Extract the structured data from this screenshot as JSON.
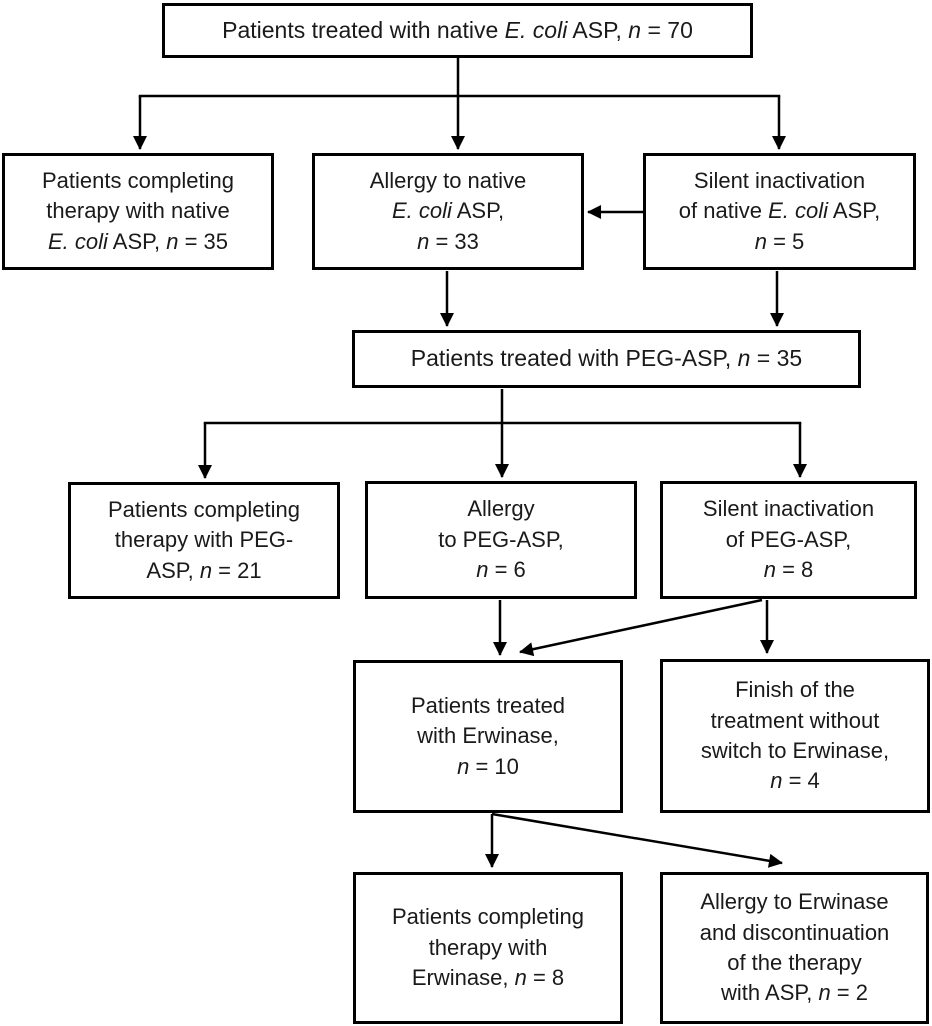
{
  "diagram": {
    "background": "#ffffff",
    "line_color": "#000000",
    "text_color": "#1a1a1a",
    "nodes": {
      "native_asp_70": {
        "lines": [
          [
            {
              "t": "Patients treated with native "
            },
            {
              "t": "E. coli",
              "i": true
            },
            {
              "t": " ASP, "
            },
            {
              "t": "n",
              "i": true
            },
            {
              "t": " = 70"
            }
          ]
        ]
      },
      "completing_native_35": {
        "lines": [
          [
            {
              "t": "Patients completing"
            }
          ],
          [
            {
              "t": "therapy with native"
            }
          ],
          [
            {
              "t": "E. coli",
              "i": true
            },
            {
              "t": " ASP, "
            },
            {
              "t": "n",
              "i": true
            },
            {
              "t": " = 35"
            }
          ]
        ]
      },
      "allergy_native_33": {
        "lines": [
          [
            {
              "t": "Allergy to native"
            }
          ],
          [
            {
              "t": "E. coli",
              "i": true
            },
            {
              "t": " ASP,"
            }
          ],
          [
            {
              "t": "n",
              "i": true
            },
            {
              "t": " = 33"
            }
          ]
        ]
      },
      "silent_native_5": {
        "lines": [
          [
            {
              "t": "Silent inactivation"
            }
          ],
          [
            {
              "t": "of native "
            },
            {
              "t": "E. coli",
              "i": true
            },
            {
              "t": " ASP,"
            }
          ],
          [
            {
              "t": "n",
              "i": true
            },
            {
              "t": " = 5"
            }
          ]
        ]
      },
      "peg_asp_35": {
        "lines": [
          [
            {
              "t": "Patients treated with PEG-ASP, "
            },
            {
              "t": "n",
              "i": true
            },
            {
              "t": " = 35"
            }
          ]
        ]
      },
      "completing_peg_21": {
        "lines": [
          [
            {
              "t": "Patients completing"
            }
          ],
          [
            {
              "t": "therapy with PEG-"
            }
          ],
          [
            {
              "t": "ASP, "
            },
            {
              "t": "n",
              "i": true
            },
            {
              "t": " = 21"
            }
          ]
        ]
      },
      "allergy_peg_6": {
        "lines": [
          [
            {
              "t": "Allergy"
            }
          ],
          [
            {
              "t": "to PEG-ASP,"
            }
          ],
          [
            {
              "t": "n",
              "i": true
            },
            {
              "t": " = 6"
            }
          ]
        ]
      },
      "silent_peg_8": {
        "lines": [
          [
            {
              "t": "Silent inactivation"
            }
          ],
          [
            {
              "t": "of PEG-ASP,"
            }
          ],
          [
            {
              "t": "n",
              "i": true
            },
            {
              "t": " = 8"
            }
          ]
        ]
      },
      "erwinase_10": {
        "lines": [
          [
            {
              "t": "Patients treated"
            }
          ],
          [
            {
              "t": "with Erwinase,"
            }
          ],
          [
            {
              "t": "n",
              "i": true
            },
            {
              "t": " = 10"
            }
          ]
        ]
      },
      "finish_no_switch_4": {
        "lines": [
          [
            {
              "t": "Finish of the"
            }
          ],
          [
            {
              "t": "treatment without"
            }
          ],
          [
            {
              "t": "switch to Erwinase,"
            }
          ],
          [
            {
              "t": "n",
              "i": true
            },
            {
              "t": " = 4"
            }
          ]
        ]
      },
      "completing_erwinase_8": {
        "lines": [
          [
            {
              "t": "Patients completing"
            }
          ],
          [
            {
              "t": "therapy with"
            }
          ],
          [
            {
              "t": "Erwinase, "
            },
            {
              "t": "n",
              "i": true
            },
            {
              "t": " = 8"
            }
          ]
        ]
      },
      "allergy_erwinase_2": {
        "lines": [
          [
            {
              "t": "Allergy to Erwinase"
            }
          ],
          [
            {
              "t": "and discontinuation"
            }
          ],
          [
            {
              "t": "of the therapy"
            }
          ],
          [
            {
              "t": "with ASP, "
            },
            {
              "t": "n",
              "i": true
            },
            {
              "t": " = 2"
            }
          ]
        ]
      }
    },
    "edges": [
      {
        "from": "native_asp_70",
        "to": "completing_native_35"
      },
      {
        "from": "native_asp_70",
        "to": "allergy_native_33"
      },
      {
        "from": "native_asp_70",
        "to": "silent_native_5"
      },
      {
        "from": "silent_native_5",
        "to": "allergy_native_33"
      },
      {
        "from": "allergy_native_33",
        "to": "peg_asp_35"
      },
      {
        "from": "silent_native_5",
        "to": "peg_asp_35"
      },
      {
        "from": "peg_asp_35",
        "to": "completing_peg_21"
      },
      {
        "from": "peg_asp_35",
        "to": "allergy_peg_6"
      },
      {
        "from": "peg_asp_35",
        "to": "silent_peg_8"
      },
      {
        "from": "allergy_peg_6",
        "to": "erwinase_10"
      },
      {
        "from": "silent_peg_8",
        "to": "erwinase_10"
      },
      {
        "from": "silent_peg_8",
        "to": "finish_no_switch_4"
      },
      {
        "from": "erwinase_10",
        "to": "completing_erwinase_8"
      },
      {
        "from": "erwinase_10",
        "to": "allergy_erwinase_2"
      }
    ]
  }
}
